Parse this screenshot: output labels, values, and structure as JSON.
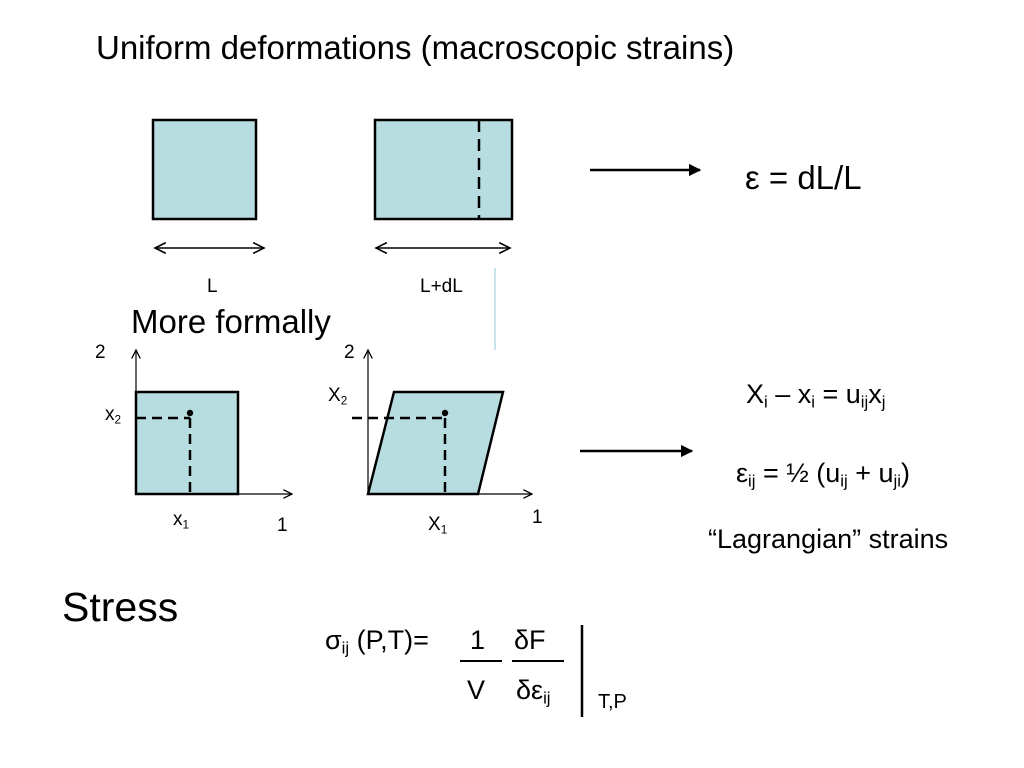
{
  "slide": {
    "title": "Uniform deformations (macroscopic strains)",
    "subtitle_formally": "More formally",
    "section_stress": "Stress"
  },
  "top_diagram": {
    "label_left": "L",
    "label_right": "L+dL",
    "strain_formula": "ε = dL/L"
  },
  "axes": {
    "left": {
      "vertical_label": "2",
      "horizontal_label": "1",
      "point_y_base": "x",
      "point_y_sub": "2",
      "point_x_base": "x",
      "point_x_sub": "1"
    },
    "right": {
      "vertical_label": "2",
      "horizontal_label": "1",
      "point_y_base": "X",
      "point_y_sub": "2",
      "point_x_base": "X",
      "point_x_sub": "1"
    }
  },
  "strain_equations": {
    "displacement": {
      "X": "X",
      "i1": "i",
      "dash": " – ",
      "x1": "x",
      "i2": "i",
      "eq": " = ",
      "u": "u",
      "ij": "ij",
      "x2": "x",
      "j": "j"
    },
    "lagrangian": {
      "eps": "ε",
      "ij": "ij",
      "rhs_open": "  = ½ (u",
      "ij2": "ij",
      "plus": " + u",
      "ji": "ji",
      "close": ")"
    },
    "lagrangian_caption": "“Lagrangian” strains"
  },
  "stress_equation": {
    "sigma": "σ",
    "sigma_sub": "ij",
    "args": " (P,T)=",
    "numerator_left": "1",
    "denominator_left": "V",
    "numerator_right": "δF",
    "denominator_right_base": "δε",
    "denominator_right_sub": "ij",
    "evaluated_at": "T,P"
  },
  "colors": {
    "fill": "#b8dde1",
    "stroke": "#000000",
    "faint_line": "#c9e3ea"
  }
}
